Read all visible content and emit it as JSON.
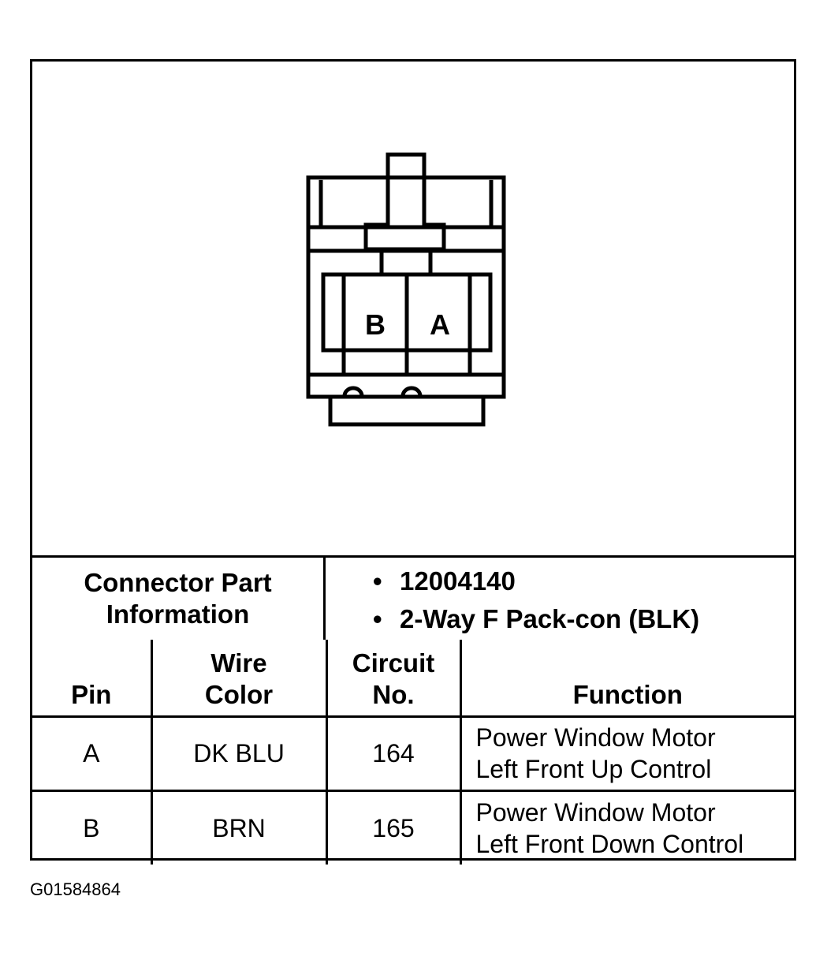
{
  "connector": {
    "pin_labels": [
      "B",
      "A"
    ]
  },
  "info": {
    "label_line1": "Connector Part",
    "label_line2": "Information",
    "bullet": "•",
    "values": [
      "12004140",
      "2-Way F Pack-con (BLK)"
    ]
  },
  "table": {
    "headers": {
      "pin": "Pin",
      "wire_line1": "Wire",
      "wire_line2": "Color",
      "circuit_line1": "Circuit",
      "circuit_line2": "No.",
      "function": "Function"
    },
    "rows": [
      {
        "pin": "A",
        "wire": "DK BLU",
        "circuit": "164",
        "function_line1": "Power Window Motor",
        "function_line2": "Left Front Up Control"
      },
      {
        "pin": "B",
        "wire": "BRN",
        "circuit": "165",
        "function_line1": "Power Window Motor",
        "function_line2": "Left Front Down Control"
      }
    ]
  },
  "figure_id": "G01584864"
}
